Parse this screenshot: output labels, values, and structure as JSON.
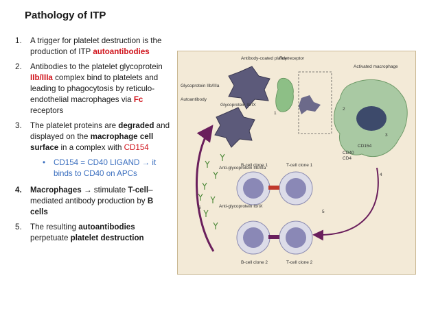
{
  "title": "Pathology of ITP",
  "items": [
    {
      "num": "1.",
      "parts": [
        "A trigger for platelet destruction is the production of ITP ",
        "autoantibodies"
      ]
    },
    {
      "num": "2.",
      "parts": [
        "Antibodies to the platelet glycoprotein ",
        "IIb/IIIa",
        " complex bind to platelets and leading to phagocytosis by reticulo-endothelial macrophages via ",
        "Fc",
        " receptors"
      ]
    },
    {
      "num": "3.",
      "parts": [
        "The platelet proteins are ",
        "degraded",
        " and displayed on the ",
        "macrophage cell surface",
        " in a complex with ",
        "CD154"
      ]
    },
    {
      "num": "4.",
      "parts": [
        "Macrophages",
        "  →  stimulate ",
        "T-cell",
        "– mediated antibody production by ",
        "B cells"
      ]
    },
    {
      "num": "5.",
      "parts": [
        "The resulting ",
        "autoantibodies",
        " perpetuate ",
        "platelet destruction"
      ]
    }
  ],
  "sub_bullet": {
    "dot": "•",
    "text": "CD154 = CD40 LIGAND → it binds to CD40 on APCs"
  },
  "figure": {
    "labels": {
      "antibody_coated_platelet": "Antibody-coated platelet",
      "fcy_receptor": "Fcγ receptor",
      "activated_macrophage": "Activated macrophage",
      "glycoprotein_iib_iiia": "Glycoprotein IIb/IIIa",
      "autoantibody": "Autoantibody",
      "glycoprotein_ib_ix": "Glycoprotein Ib/IX",
      "b_cell_clone_1": "B-cell clone 1",
      "t_cell_clone_1": "T-cell clone 1",
      "b_cell_clone_2": "B-cell clone 2",
      "t_cell_clone_2": "T-cell clone 2",
      "anti_iib_iiia": "Anti-glycoprotein IIb/IIIa",
      "anti_ib_ix": "Anti-glycoprotein Ib/IX",
      "cd154": "CD154",
      "cd40": "CD40",
      "cd4": "CD4",
      "step_1": "1",
      "step_2": "2",
      "step_3": "3",
      "step_4": "4",
      "step_5": "5",
      "step_6": "6"
    }
  },
  "colors": {
    "red": "#d0141c",
    "blue": "#3b6fbf",
    "arrow": "#6a1f5c"
  }
}
